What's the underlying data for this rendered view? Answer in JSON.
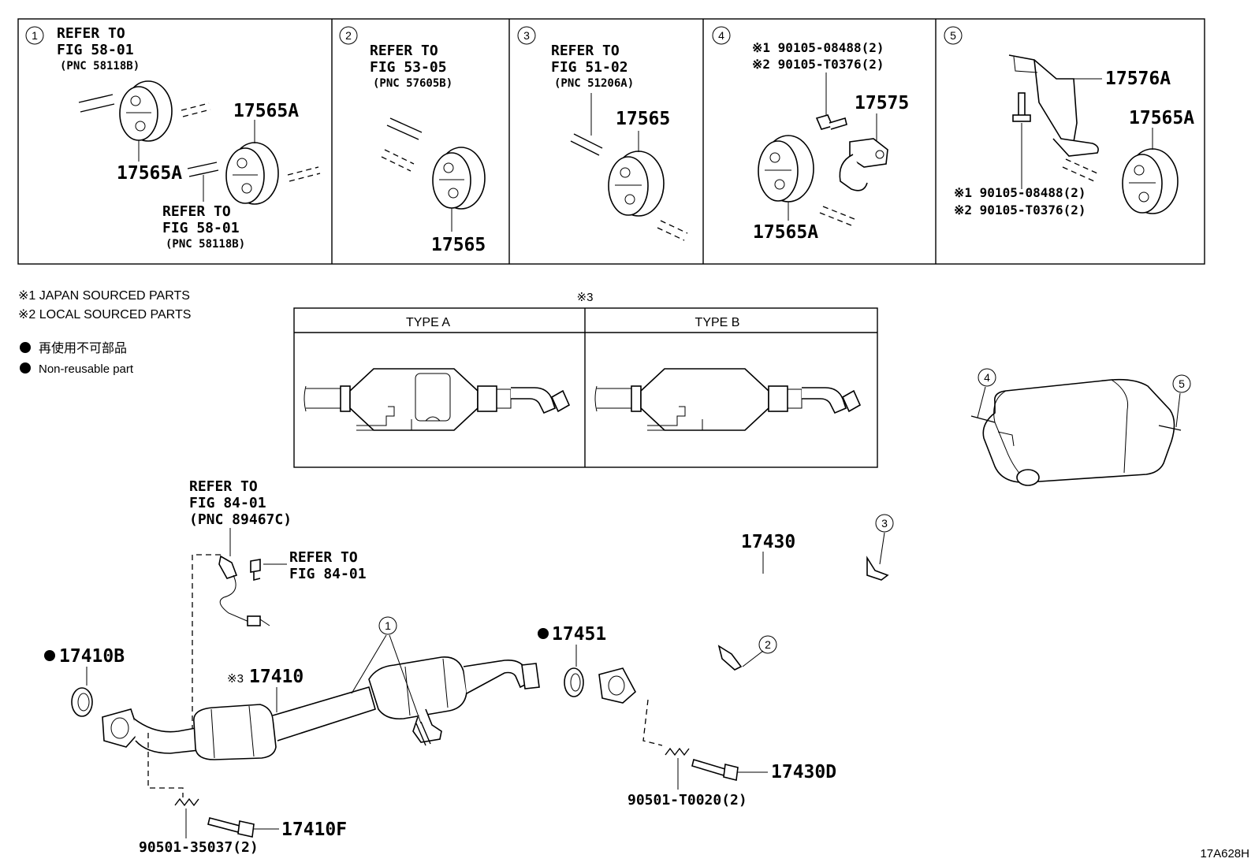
{
  "panels": {
    "p1": {
      "num": "1",
      "ref_a": [
        "REFER TO",
        "FIG 58-01",
        "(PNC 58118B)"
      ],
      "ref_b": [
        "REFER TO",
        "FIG 58-01",
        "(PNC 58118B)"
      ],
      "label_left": "17565A",
      "label_right": "17565A"
    },
    "p2": {
      "num": "2",
      "ref": [
        "REFER TO",
        "FIG 53-05",
        "(PNC 57605B)"
      ],
      "label": "17565"
    },
    "p3": {
      "num": "3",
      "ref": [
        "REFER TO",
        "FIG 51-02",
        "(PNC 51206A)"
      ],
      "label": "17565"
    },
    "p4": {
      "num": "4",
      "bolt_lines": [
        "※1 90105-08488(2)",
        "※2 90105-T0376(2)"
      ],
      "label_bracket": "17575",
      "label_insulator": "17565A"
    },
    "p5": {
      "num": "5",
      "label_bracket": "17576A",
      "label_insulator": "17565A",
      "bolt_lines": [
        "※1 90105-08488(2)",
        "※2 90105-T0376(2)"
      ]
    }
  },
  "legend": {
    "note1": "※1 JAPAN SOURCED PARTS",
    "note2": "※2 LOCAL SOURCED PARTS",
    "nonreuse_jp": "再使用不可部品",
    "nonreuse_en": "Non-reusable part"
  },
  "type_table": {
    "mark": "※3",
    "type_a": "TYPE A",
    "type_b": "TYPE B"
  },
  "main": {
    "sensor_ref": [
      "REFER TO",
      "FIG 84-01",
      "(PNC 89467C)"
    ],
    "clip_ref": [
      "REFER TO",
      "FIG 84-01"
    ],
    "gasket_front": "17410B",
    "front_pipe_mark": "※3",
    "front_pipe": "17410",
    "gasket_mid": "17451",
    "tail_pipe": "17430",
    "bolt_front": "17410F",
    "spring_front": "90501-35037(2)",
    "bolt_rear": "17430D",
    "spring_rear": "90501-T0020(2)",
    "callouts": [
      "1",
      "2",
      "3",
      "4",
      "5"
    ]
  },
  "drawing_id": "17A628H"
}
